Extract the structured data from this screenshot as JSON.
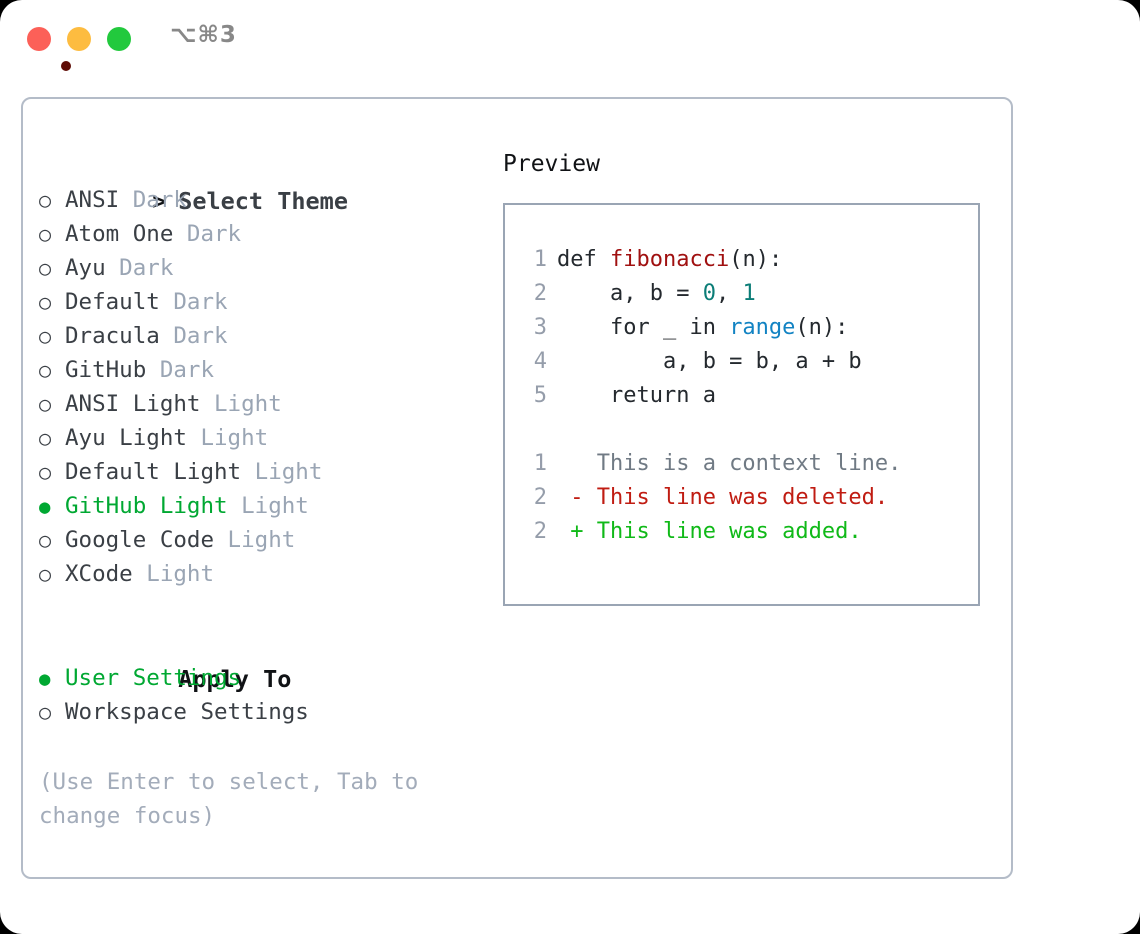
{
  "window": {
    "title": "⌥⌘3",
    "traffic_lights": [
      "close",
      "minimize",
      "maximize"
    ],
    "colors": {
      "close": "#fc6058",
      "minimize": "#fdbc40",
      "maximize": "#22c93d",
      "record_center": "#5e0c05",
      "panel_border": "#b4bcc8",
      "preview_border": "#9aa5b4",
      "accent_green": "#00a832",
      "muted": "#9aa5b4"
    }
  },
  "theme_picker": {
    "header": "Select Theme",
    "header_prefix": ">",
    "bullet_unselected": "○",
    "bullet_selected": "●",
    "items": [
      {
        "name": "ANSI",
        "variant": "Dark",
        "selected": false
      },
      {
        "name": "Atom One",
        "variant": "Dark",
        "selected": false
      },
      {
        "name": "Ayu",
        "variant": "Dark",
        "selected": false
      },
      {
        "name": "Default",
        "variant": "Dark",
        "selected": false
      },
      {
        "name": "Dracula",
        "variant": "Dark",
        "selected": false
      },
      {
        "name": "GitHub",
        "variant": "Dark",
        "selected": false
      },
      {
        "name": "ANSI Light",
        "variant": "Light",
        "selected": false
      },
      {
        "name": "Ayu Light",
        "variant": "Light",
        "selected": false
      },
      {
        "name": "Default Light",
        "variant": "Light",
        "selected": false
      },
      {
        "name": "GitHub Light",
        "variant": "Light",
        "selected": true
      },
      {
        "name": "Google Code",
        "variant": "Light",
        "selected": false
      },
      {
        "name": "XCode",
        "variant": "Light",
        "selected": false
      }
    ]
  },
  "apply_to": {
    "header": "Apply To",
    "items": [
      {
        "name": "User Settings",
        "selected": true
      },
      {
        "name": "Workspace Settings",
        "selected": false
      }
    ]
  },
  "hint": "(Use Enter to select, Tab to change focus)",
  "preview": {
    "title": "Preview",
    "code_lines": [
      {
        "number": "1",
        "tokens": [
          {
            "text": "def ",
            "type": "plain"
          },
          {
            "text": "fibonacci",
            "type": "fn"
          },
          {
            "text": "(n):",
            "type": "plain"
          }
        ]
      },
      {
        "number": "2",
        "tokens": [
          {
            "text": "    a, b = ",
            "type": "plain"
          },
          {
            "text": "0",
            "type": "num"
          },
          {
            "text": ", ",
            "type": "plain"
          },
          {
            "text": "1",
            "type": "num"
          }
        ]
      },
      {
        "number": "3",
        "tokens": [
          {
            "text": "    for _ in ",
            "type": "plain"
          },
          {
            "text": "range",
            "type": "call"
          },
          {
            "text": "(n):",
            "type": "plain"
          }
        ]
      },
      {
        "number": "4",
        "tokens": [
          {
            "text": "        a, b = b, a + b",
            "type": "plain"
          }
        ]
      },
      {
        "number": "5",
        "tokens": [
          {
            "text": "    return a",
            "type": "plain"
          }
        ]
      }
    ],
    "diff_lines": [
      {
        "number": "1",
        "marker": " ",
        "text": "This is a context line.",
        "kind": "context"
      },
      {
        "number": "2",
        "marker": "-",
        "text": "This line was deleted.",
        "kind": "deleted"
      },
      {
        "number": "2",
        "marker": "+",
        "text": "This line was added.",
        "kind": "added"
      }
    ]
  }
}
